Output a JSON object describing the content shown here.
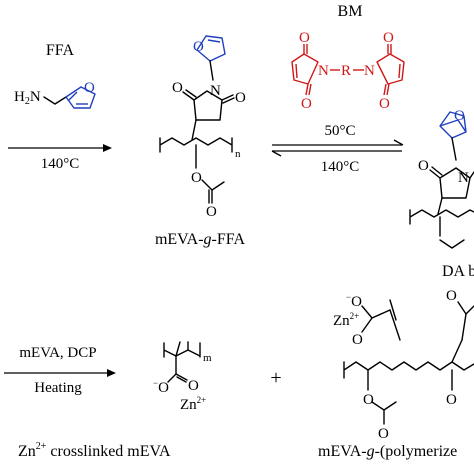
{
  "reagents": {
    "ffa": "FFA",
    "bm": "BM",
    "step1_temp": "140°C",
    "forward_temp": "50°C",
    "reverse_temp": "140°C",
    "step3_reagents": "mEVA, DCP",
    "step3_condition": "Heating"
  },
  "products": {
    "meva_g_ffa_prefix": "mEVA-",
    "meva_g_ffa_g": "g",
    "meva_g_ffa_suffix": "-FFA",
    "da_label": "DA b",
    "zn_crosslinked_prefix": "Zn",
    "zn_crosslinked_charge": "2+",
    "zn_crosslinked_suffix": " crosslinked mEVA",
    "grafted_prefix": "mEVA-",
    "grafted_g": "g",
    "grafted_suffix": "-(polymerize"
  },
  "atoms": {
    "nitrogen": "N",
    "oxygen": "O",
    "r_group": "R",
    "zn": "Zn",
    "zn_charge": "2+",
    "o_minus": "−",
    "subscript_n": "n",
    "subscript_m": "m"
  },
  "misc": {
    "plus_sign": "+"
  },
  "colors": {
    "furan": "#1f3fbf",
    "maleimide": "#d01818",
    "text": "#000000"
  }
}
